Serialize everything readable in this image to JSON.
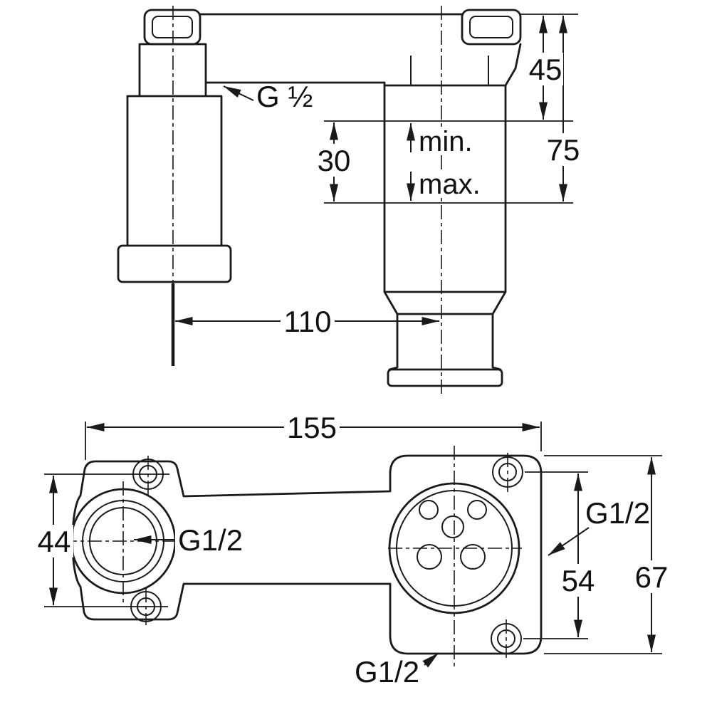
{
  "side_view": {
    "dim_45": "45",
    "dim_75": "75",
    "dim_30": "30",
    "min_label": "min.",
    "max_label": "max.",
    "thread_label": "G ½",
    "dim_110": "110"
  },
  "front_view": {
    "dim_155": "155",
    "dim_44": "44",
    "dim_54": "54",
    "dim_67": "67",
    "thread_left": "G1/2",
    "thread_right": "G1/2",
    "thread_bottom": "G1/2"
  }
}
